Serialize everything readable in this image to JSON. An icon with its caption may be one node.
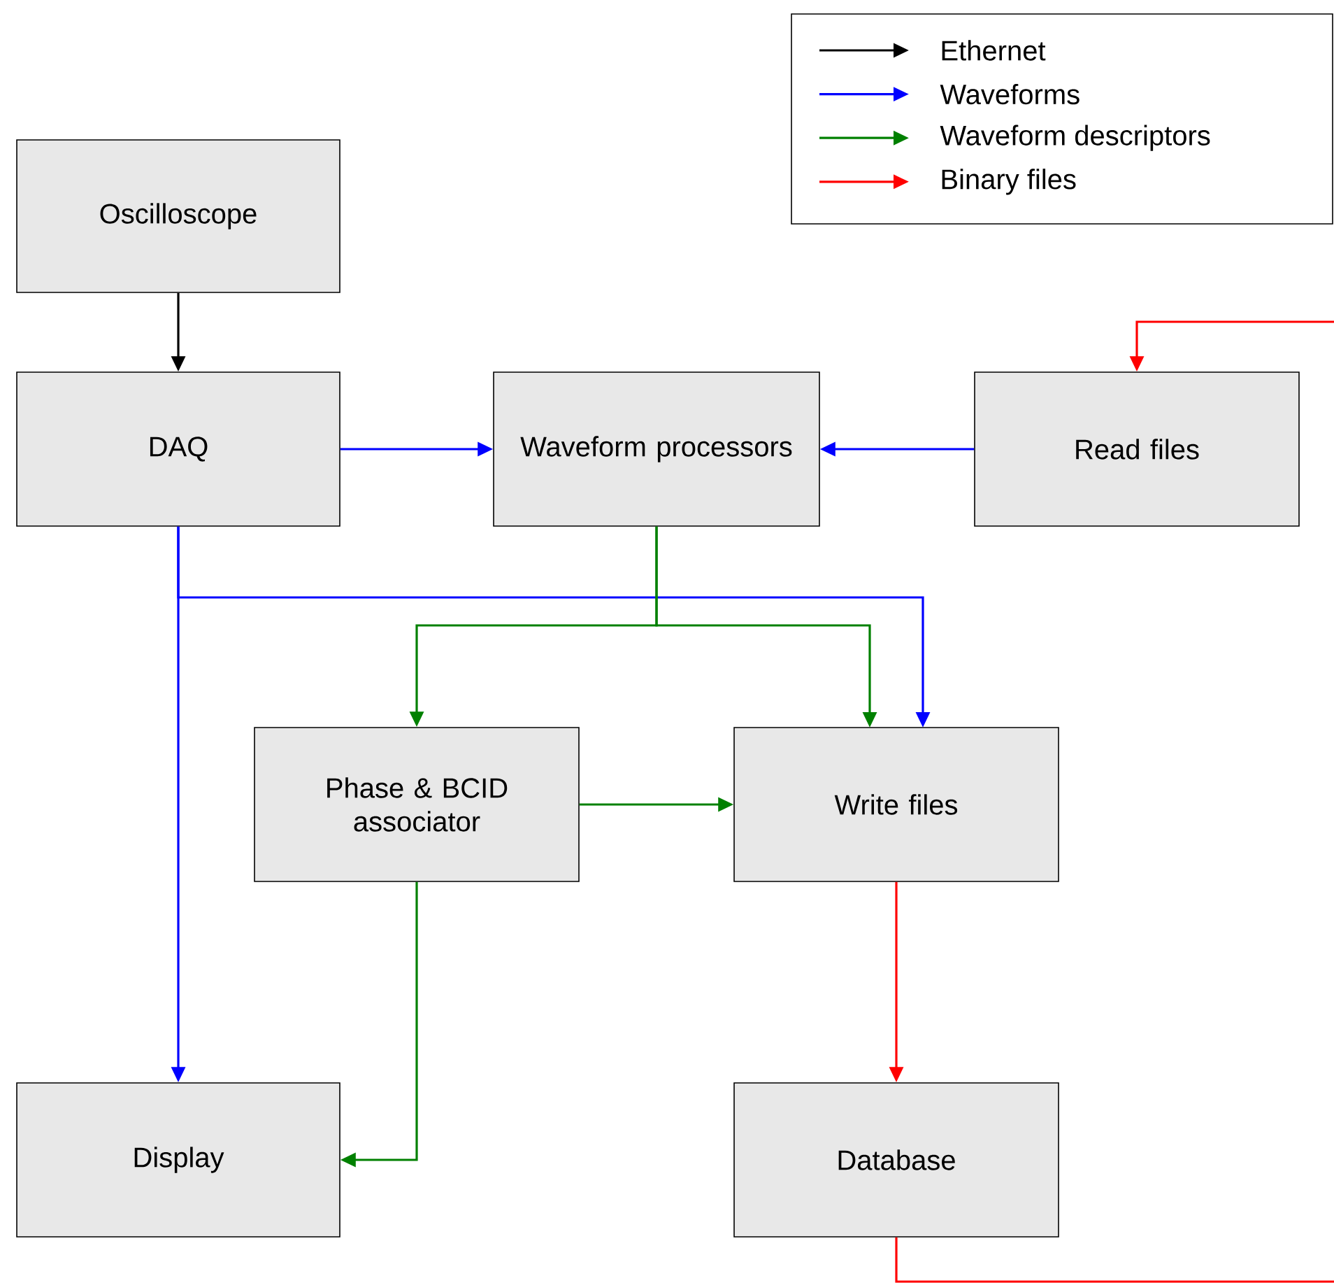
{
  "diagram": {
    "nodes": [
      {
        "text": [
          "Oscilloscope"
        ]
      },
      {
        "text": [
          "DAQ"
        ]
      },
      {
        "text": [
          "Waveform processors"
        ]
      },
      {
        "text": [
          "Read files"
        ]
      },
      {
        "text": [
          "Phase & BCID associator"
        ]
      },
      {
        "text": [
          "Write files"
        ]
      },
      {
        "text": [
          "Display"
        ]
      },
      {
        "text": [
          "Database"
        ]
      }
    ],
    "edges": [
      {
        "from": 0,
        "to": 1,
        "arrow": "to",
        "color": "#000000"
      },
      {
        "from": 1,
        "to": 2,
        "arrow": "to",
        "color": "#0000ff"
      },
      {
        "from": 3,
        "to": 2,
        "arrow": "to",
        "color": "#0000ff"
      },
      {
        "from": 1,
        "to": 6,
        "arrow": "to",
        "color": "#0000ff"
      },
      {
        "from": 1,
        "to": 5,
        "arrow": "to",
        "color": "#0000ff"
      },
      {
        "from": 2,
        "to": 4,
        "arrow": "to",
        "color": "#008000"
      },
      {
        "from": 2,
        "to": 5,
        "arrow": "to",
        "color": "#008000"
      },
      {
        "from": 4,
        "to": 5,
        "arrow": "to",
        "color": "#008000"
      },
      {
        "from": 4,
        "to": 6,
        "arrow": "to",
        "color": "#008000"
      },
      {
        "from": 5,
        "to": 7,
        "arrow": "to",
        "color": "#ff0000"
      },
      {
        "from": 7,
        "to": 3,
        "arrow": "to",
        "color": "#ff0000"
      }
    ],
    "legend": [
      {
        "text": "Ethernet",
        "color": "#000000"
      },
      {
        "text": "Waveforms",
        "color": "#0000ff"
      },
      {
        "text": "Waveform descriptors",
        "color": "#008000"
      },
      {
        "text": "Binary files",
        "color": "#ff0000"
      }
    ]
  }
}
